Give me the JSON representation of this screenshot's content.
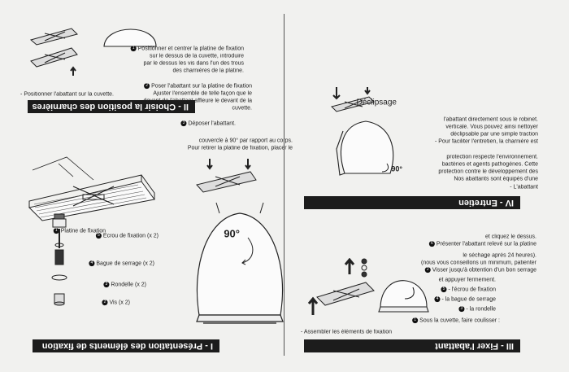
{
  "sections": {
    "s1": {
      "title": "I - Présentation des éléments de fixation",
      "labels": {
        "platine": "Platine de fixation",
        "ecrou": "Ecrou de fixation (x 2)",
        "bague": "Bague de serrage (x 2)",
        "rondelle": "Rondelle (x 2)",
        "vis": "Vis (x 2)"
      },
      "angle": "90°"
    },
    "s2": {
      "title": "II - Choisir la position des charnières",
      "step1": "- Positionner l'abattant sur la cuvette.",
      "instructions": [
        "Positionner et centrer la platine de fixation",
        "sur le dessus de la cuvette, introduire",
        "par le dessus les vis dans l'un des trous",
        "des charnières de la platine.",
        "Poser l'abattant sur la platine de fixation",
        "Ajuster l'ensemble de telle façon que le",
        "devant de l'abattant affleure le devant de la",
        "cuvette.",
        "Déposer l'abattant."
      ]
    },
    "s3": {
      "title": "III - Fixer l'abattant",
      "step1": "- Assembler les éléments de fixation",
      "instructions": [
        "Sous la cuvette, faire coulisser :",
        "- la rondelle",
        "- la bague de serrage",
        "- l'écrou de fixation",
        "et appuyer fermement.",
        "Visser jusqu'à obtention d'un bon serrage",
        "(nous vous conseillons un minimum, patienter",
        "le séchage après 24 heures).",
        "Présenter l'abattant relevé sur la platine",
        "et cliquez le dessus."
      ]
    },
    "s4": {
      "title": "IV - Entretien",
      "declipsage": "Déclipsage",
      "angle": "90°",
      "caption": [
        "Pour retirer la platine de fixation, placer le",
        "couvercle à 90° par rapport au corps."
      ],
      "body": [
        "- L'abattant",
        "Nos abattants sont équipés d'une",
        "protection contre le développement des",
        "bactéries et agents pathogènes. Cette",
        "protection respecte l'environnement.",
        "- Pour faciliter l'entretien, la charnière est",
        "déclipsable par une simple traction",
        "verticale. Vous pouvez ainsi nettoyer",
        "l'abattant directement sous le robinet."
      ]
    }
  }
}
